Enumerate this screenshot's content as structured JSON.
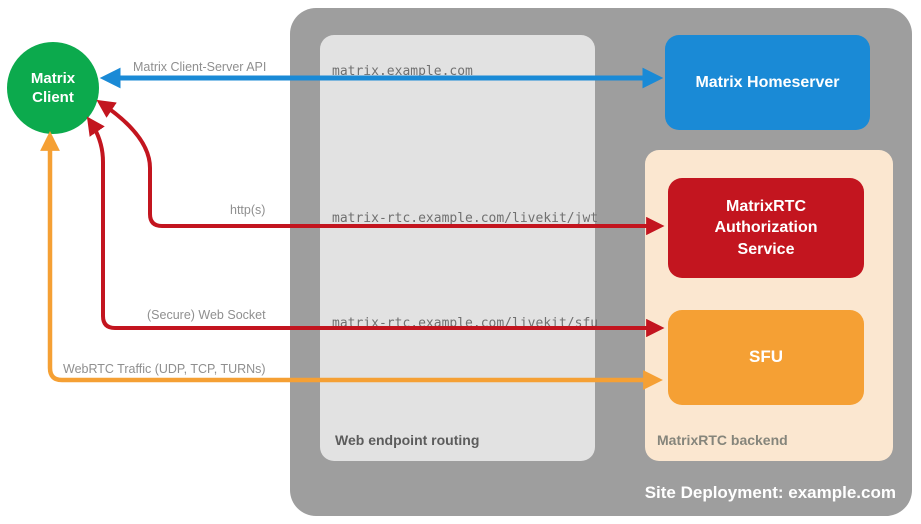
{
  "colors": {
    "client_green": "#0caa4d",
    "homeserver_blue": "#1a8ad6",
    "auth_red": "#c3151f",
    "sfu_orange": "#f5a034",
    "site_container_gray": "#9e9e9e",
    "routing_panel_gray": "#e2e2e2",
    "backend_panel_peach": "#fbe7d0"
  },
  "nodes": {
    "client": "Matrix Client",
    "homeserver": "Matrix Homeserver",
    "auth_service": "MatrixRTC Authorization Service",
    "sfu": "SFU"
  },
  "panels": {
    "web_routing_label": "Web endpoint routing",
    "backend_label": "MatrixRTC backend",
    "site_label": "Site Deployment: example.com"
  },
  "endpoints": [
    "matrix.example.com",
    "matrix-rtc.example.com/livekit/jwt",
    "matrix-rtc.example.com/livekit/sfu"
  ],
  "arrows": [
    {
      "label": "Matrix Client-Server API",
      "color": "#1a8ad6",
      "from": "Matrix Client",
      "to": "Matrix Homeserver",
      "bidirectional": true
    },
    {
      "label": "http(s)",
      "color": "#c3151f",
      "from": "Matrix Client",
      "to": "MatrixRTC Authorization Service",
      "bidirectional": true
    },
    {
      "label": "(Secure) Web Socket",
      "color": "#c3151f",
      "from": "Matrix Client",
      "to": "SFU",
      "bidirectional": true
    },
    {
      "label": "WebRTC Traffic (UDP, TCP, TURNs)",
      "color": "#f5a034",
      "from": "Matrix Client",
      "to": "SFU",
      "bidirectional": true
    }
  ]
}
